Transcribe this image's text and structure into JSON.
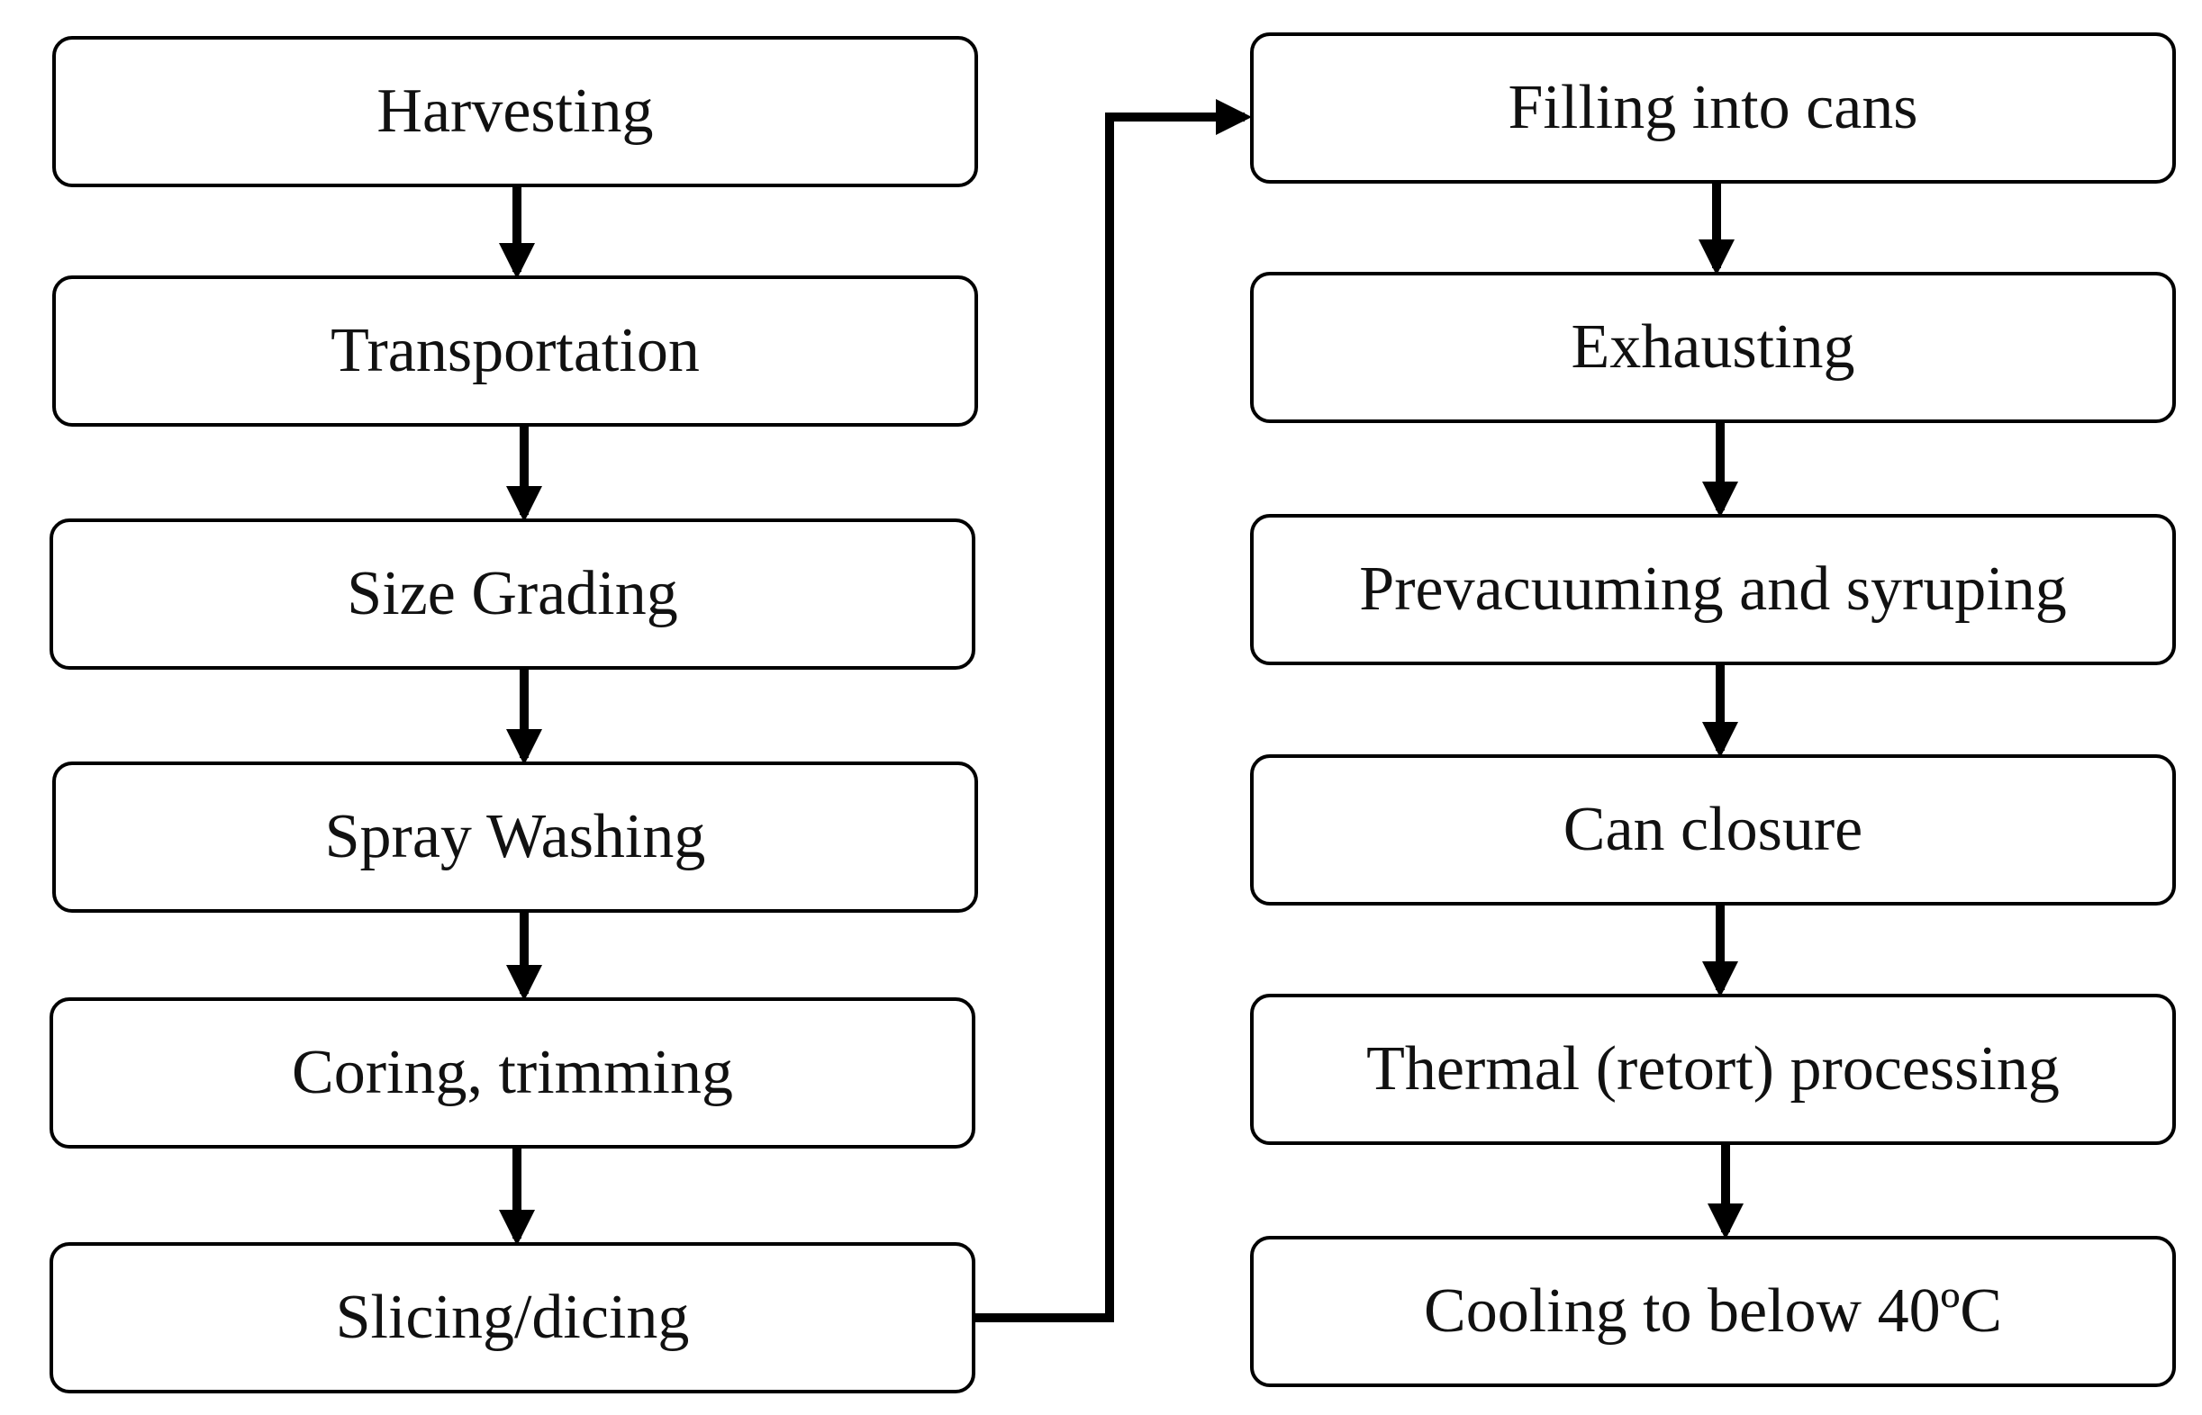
{
  "colors": {
    "background": "#ffffff",
    "border": "#000000",
    "arrow": "#000000",
    "text": "#111111"
  },
  "flow": {
    "left_column": [
      "Harvesting",
      "Transportation",
      "Size Grading",
      "Spray Washing",
      "Coring, trimming",
      "Slicing/dicing"
    ],
    "right_column": [
      "Filling into cans",
      "Exhausting",
      "Prevacuuming and syruping",
      "Can closure",
      "Thermal (retort) processing",
      "Cooling to below 40ºC"
    ]
  }
}
